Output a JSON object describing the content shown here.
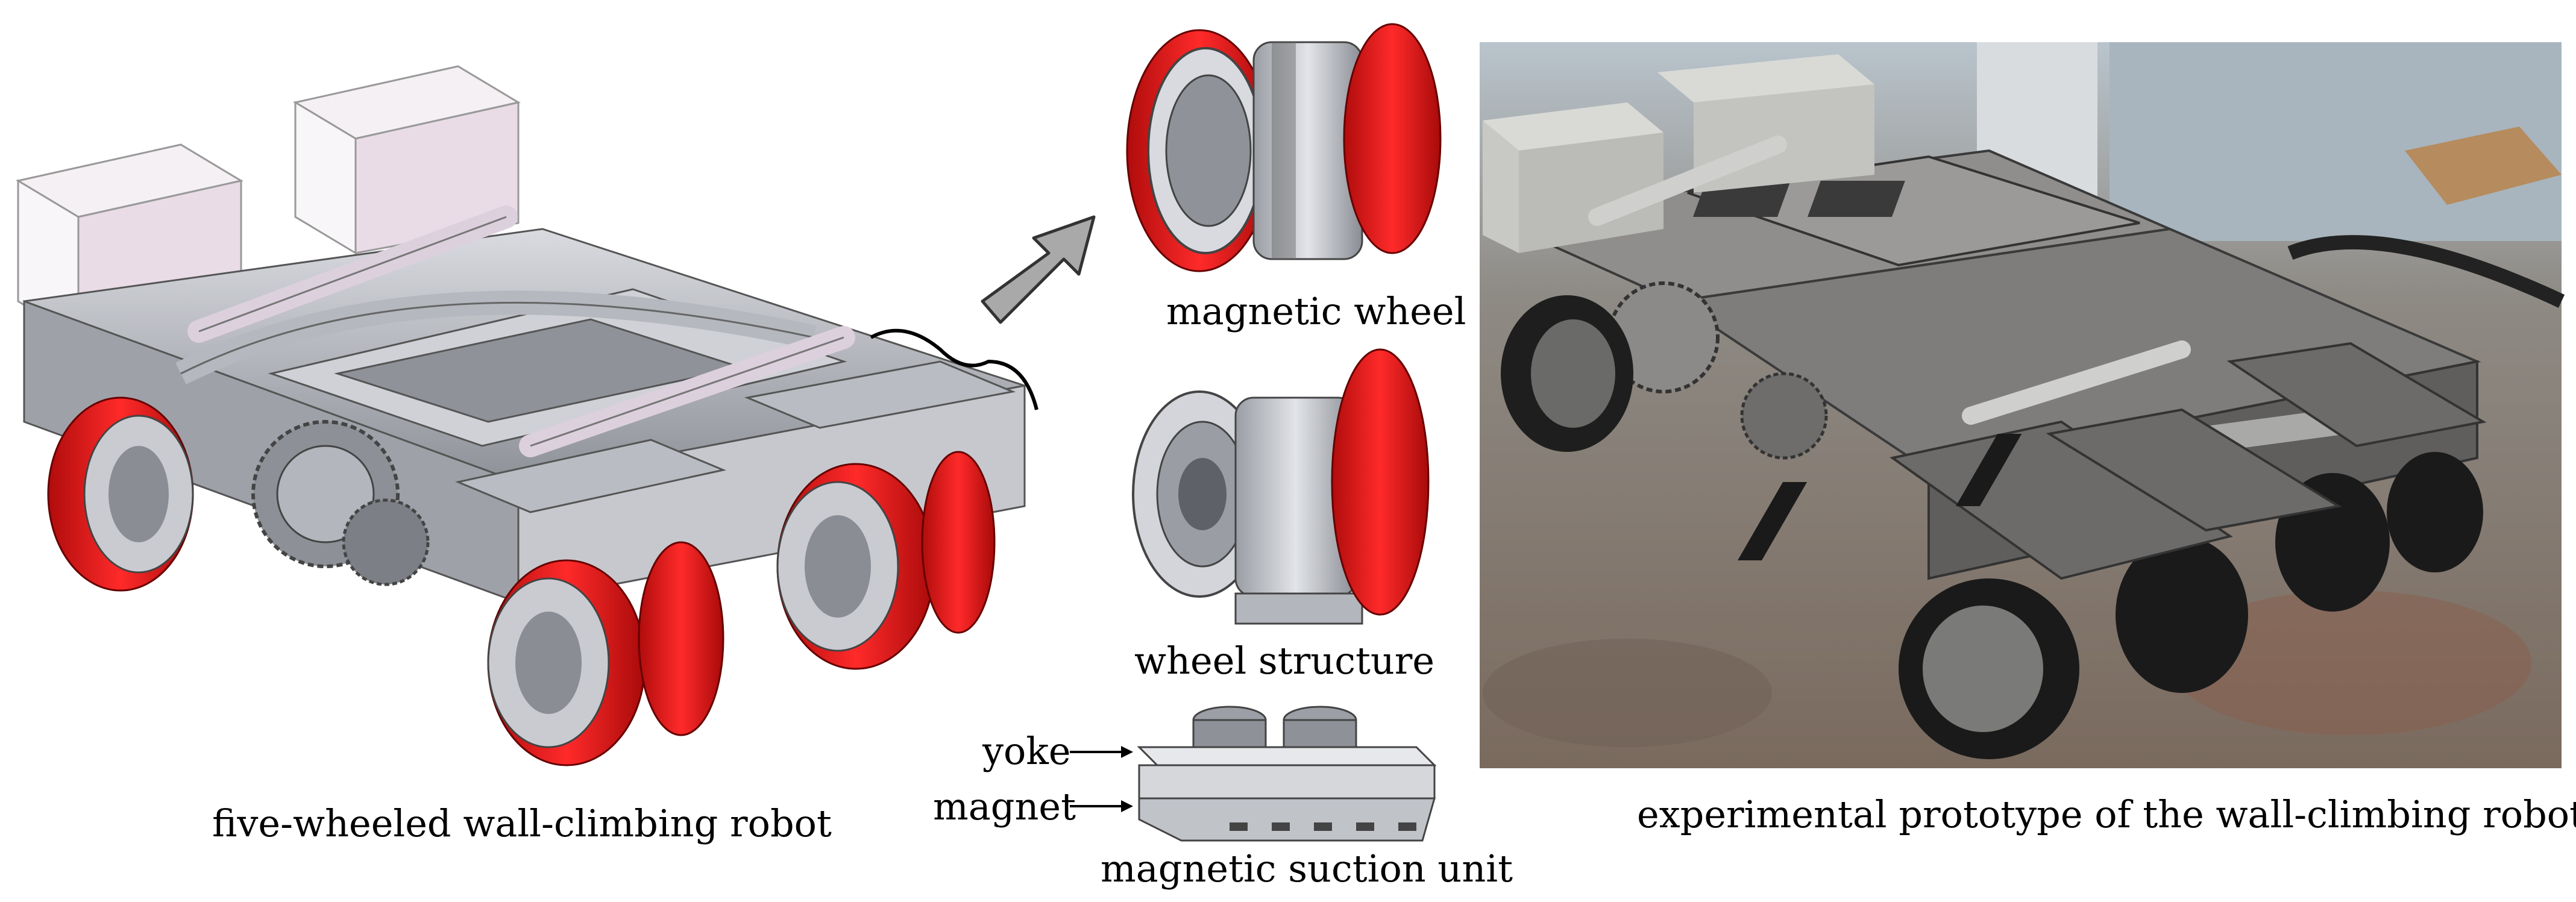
{
  "left_panel": {
    "caption": "five-wheeled wall-climbing robot"
  },
  "middle_panel": {
    "magnetic_wheel_label": "magnetic wheel",
    "wheel_structure_label": "wheel structure",
    "suction_unit_label": "magnetic suction unit",
    "yoke_label": "yoke",
    "magnet_label": "magnet"
  },
  "right_panel": {
    "caption": "experimental prototype of the wall-climbing robot"
  },
  "colors": {
    "wheel_red": "#e01818",
    "metal_gray": "#b9bcc2",
    "dark_metal": "#6d7078",
    "box_pink": "#e9dce6",
    "arrow_gray": "#a9a9a9",
    "photo_bg": "#8a8278"
  }
}
